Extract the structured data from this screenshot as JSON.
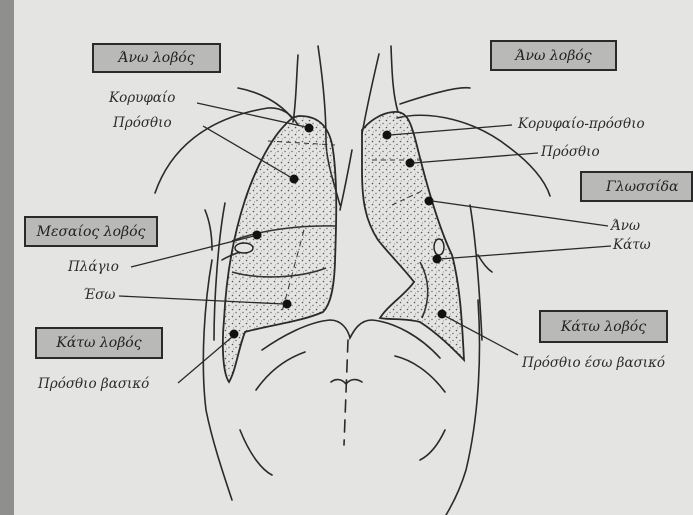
{
  "lobe_boxes": {
    "upper_left": "Άνω λοβός",
    "upper_right": "Άνω λοβός",
    "middle": "Μεσαίος λοβός",
    "lingula": "Γλωσσίδα",
    "lower_left": "Κάτω λοβός",
    "lower_right": "Κάτω λοβός"
  },
  "segments": {
    "apical": "Κορυφαίο",
    "anterior_right": "Πρόσθιο",
    "apicoposterior": "Κορυφαίο-πρόσθιο",
    "anterior_left": "Πρόσθιο",
    "lateral": "Πλάγιο",
    "medial": "Έσω",
    "superior_lingula": "Άνω",
    "inferior_lingula": "Κάτω",
    "anterior_basal_right": "Πρόσθιο βασικό",
    "anteromedial_basal_left": "Πρόσθιο έσω βασικό"
  },
  "colors": {
    "paper": "#e4e4e2",
    "ink": "#2a2a2a",
    "box_fill": "#b9b9b7"
  }
}
